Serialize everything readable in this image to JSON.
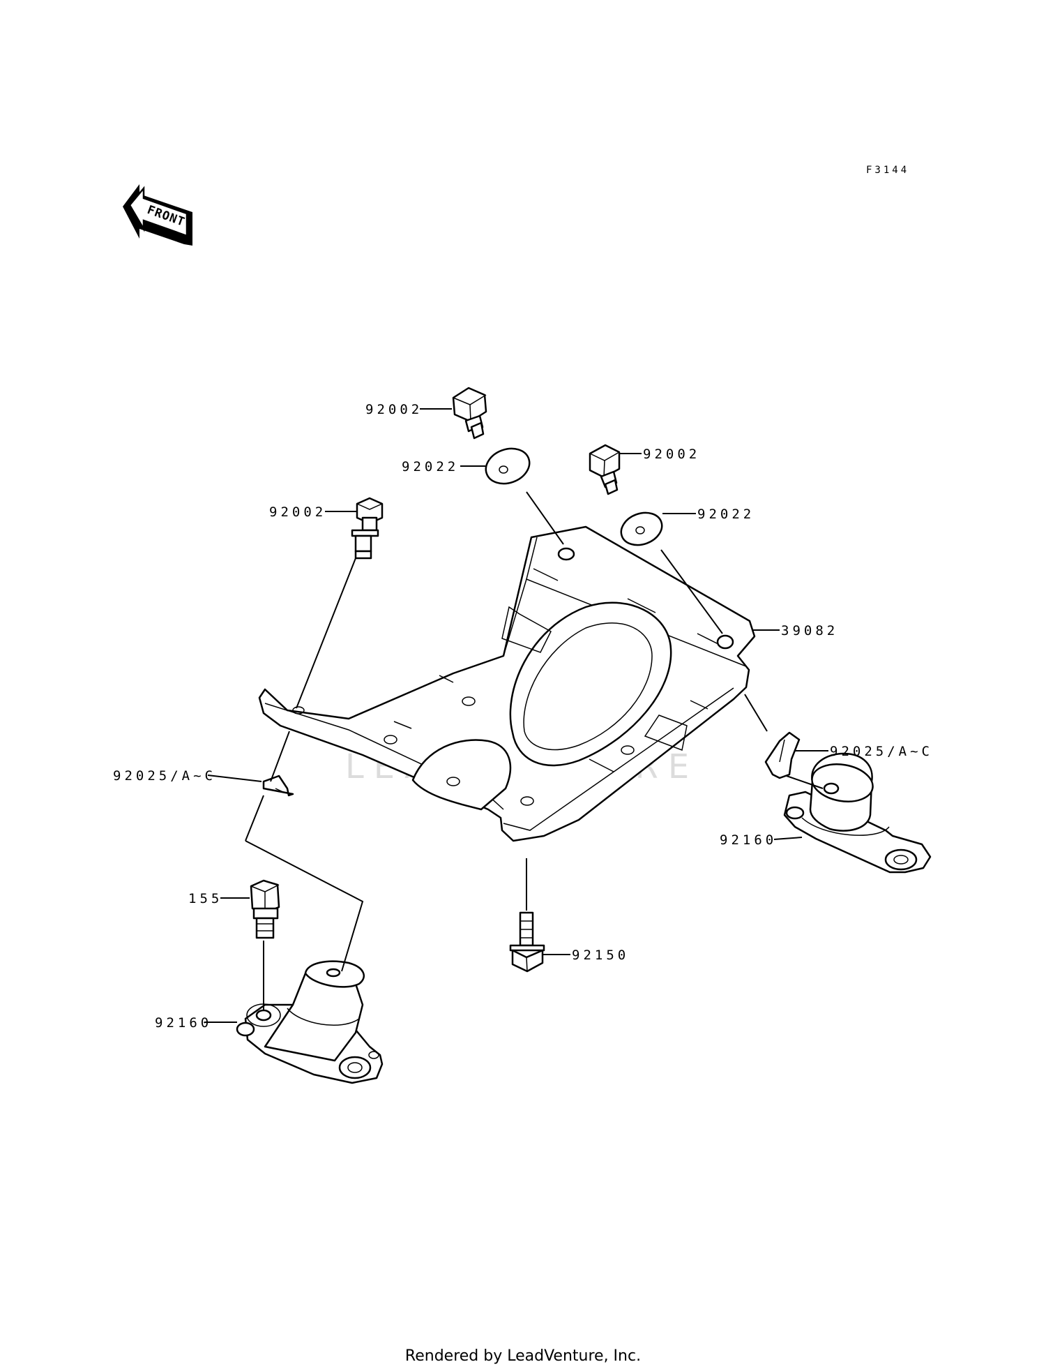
{
  "diagram": {
    "reference_code": "F3144",
    "front_arrow_label": "FRONT",
    "watermark": "LEADVENTURE",
    "footer": "Rendered by LeadVenture, Inc.",
    "callouts": {
      "bolt_top": "92002",
      "washer_left": "92022",
      "bolt_right": "92002",
      "bolt_left": "92002",
      "washer_right": "92022",
      "bed_plate": "39082",
      "shim_right": "92025/A~C",
      "shim_left": "92025/A~C",
      "damper_right": "92160",
      "bolt_155": "155",
      "bolt_bottom": "92150",
      "damper_left": "92160"
    }
  }
}
